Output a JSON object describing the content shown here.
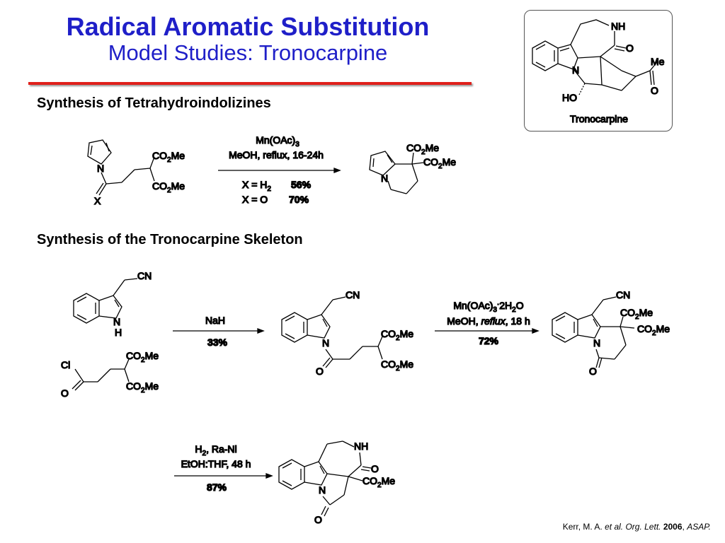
{
  "title": {
    "line1": "Radical Aromatic Substitution",
    "line2": "Model Studies: Tronocarpine"
  },
  "section1": {
    "heading": "Synthesis of Tetrahydroindolizines",
    "reagent_line1": "Mn(OAc)",
    "reagent_line1_sub": "3",
    "reagent_line2": "MeOH, reflux, 16-24h",
    "cond1_label": "X = H",
    "cond1_sub": "2",
    "cond1_yield": "56%",
    "cond2_label": "X = O",
    "cond2_yield": "70%"
  },
  "section2": {
    "heading": "Synthesis of the Tronocarpine Skeleton",
    "step1_reagent": "NaH",
    "step1_yield": "33%",
    "step2_reagent_a": "Mn(OAc)",
    "step2_reagent_a_sub": "3",
    "step2_reagent_a_dot": "·",
    "step2_reagent_a_tail": "2H",
    "step2_reagent_a_sub2": "2",
    "step2_reagent_a_end": "O",
    "step2_reagent_b_pre": "MeOH, ",
    "step2_reagent_b_ital": "reflux",
    "step2_reagent_b_post": ", 18 h",
    "step2_yield": "72%",
    "step3_reagent_a": "H",
    "step3_reagent_a_sub": "2",
    "step3_reagent_a_tail": ", Ra-Ni",
    "step3_reagent_b": "EtOH:THF, 48 h",
    "step3_yield": "87%"
  },
  "atoms": {
    "N": "N",
    "NH": "NH",
    "H": "H",
    "O": "O",
    "X": "X",
    "Cl": "Cl",
    "CN": "CN",
    "HO": "HO",
    "Me": "Me",
    "CO": "CO",
    "sub2": "2",
    "Me_suffix": "Me"
  },
  "target": {
    "name": "Tronocarpine",
    "name_color": "#1f1fc8"
  },
  "citation": {
    "authors": "Kerr, M. A. ",
    "etal": "et al.",
    "journal": " Org. Lett.",
    "year": " 2006",
    "sep": ", ",
    "status": "ASAP."
  },
  "colors": {
    "title": "#1f1fc8",
    "rule": "#e0201b"
  }
}
